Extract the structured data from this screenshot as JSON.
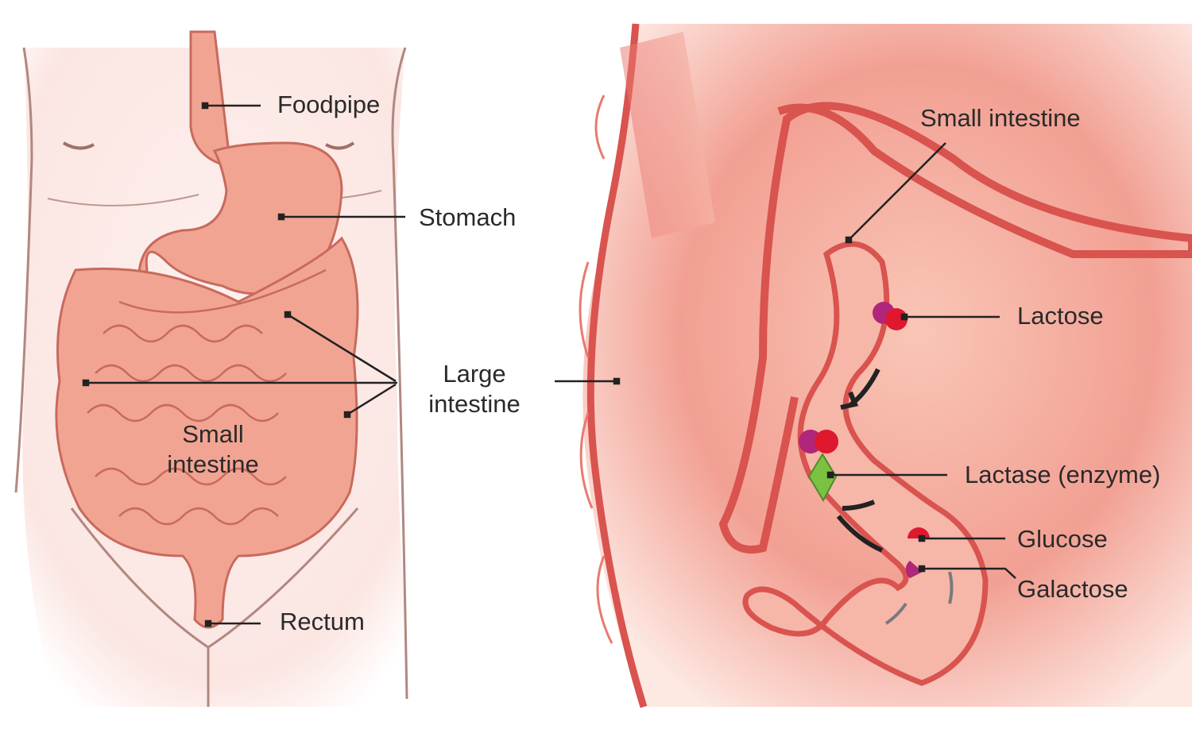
{
  "left_panel": {
    "labels": {
      "foodpipe": "Foodpipe",
      "stomach": "Stomach",
      "large_intestine_1": "Large",
      "large_intestine_2": "intestine",
      "small_intestine_1": "Small",
      "small_intestine_2": "intestine",
      "rectum": "Rectum"
    }
  },
  "right_panel": {
    "labels": {
      "small_intestine": "Small intestine",
      "lactose": "Lactose",
      "lactase": "Lactase (enzyme)",
      "glucose": "Glucose",
      "galactose": "Galactose"
    }
  },
  "colors": {
    "skin": "#fbe9e6",
    "skin_outline": "#b08880",
    "organ": "#f2a493",
    "organ_outline": "#c86a5c",
    "colon": "#e7827a",
    "colon_wall": "#d9534f",
    "lactose_magenta": "#b0267a",
    "lactose_red": "#e0182d",
    "lactase_green": "#7cc242"
  }
}
